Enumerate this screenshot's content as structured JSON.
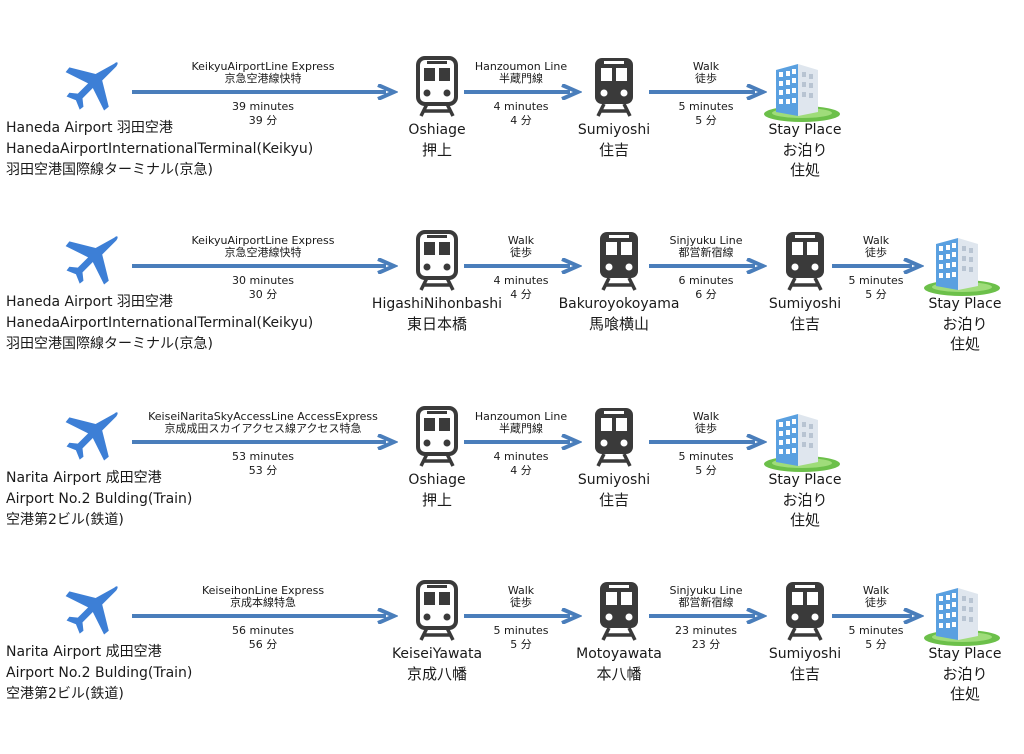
{
  "routes": [
    {
      "origin": [
        "Haneda Airport 羽田空港",
        "HanedaAirportInternationalTerminal(Keikyu)",
        "羽田空港国際線ターミナル(京急)"
      ],
      "segments": [
        {
          "line_en": "KeikyuAirportLine Express",
          "line_ja": "京急空港線快特",
          "time_en": "39 minutes",
          "time_ja": "39 分"
        },
        {
          "line_en": "Hanzoumon Line",
          "line_ja": "半蔵門線",
          "time_en": "4 minutes",
          "time_ja": "4 分"
        },
        {
          "line_en": "Walk",
          "line_ja": "徒歩",
          "time_en": "5 minutes",
          "time_ja": "5 分"
        }
      ],
      "stations": [
        {
          "en": "Oshiage",
          "ja": "押上",
          "icon": "train-outline-icon"
        },
        {
          "en": "Sumiyoshi",
          "ja": "住吉",
          "icon": "train-filled-icon"
        }
      ],
      "destination": {
        "en": "Stay Place",
        "ja1": "お泊り",
        "ja2": "住処",
        "icon": "building-icon"
      }
    },
    {
      "origin": [
        "Haneda Airport 羽田空港",
        "HanedaAirportInternationalTerminal(Keikyu)",
        "羽田空港国際線ターミナル(京急)"
      ],
      "segments": [
        {
          "line_en": "KeikyuAirportLine Express",
          "line_ja": "京急空港線快特",
          "time_en": "30 minutes",
          "time_ja": "30 分"
        },
        {
          "line_en": "Walk",
          "line_ja": "徒歩",
          "time_en": "4 minutes",
          "time_ja": "4 分"
        },
        {
          "line_en": "Sinjyuku Line",
          "line_ja": "都営新宿線",
          "time_en": "6 minutes",
          "time_ja": "6 分"
        },
        {
          "line_en": "Walk",
          "line_ja": "徒歩",
          "time_en": "5 minutes",
          "time_ja": "5 分"
        }
      ],
      "stations": [
        {
          "en": "HigashiNihonbashi",
          "ja": "東日本橋",
          "icon": "train-outline-icon"
        },
        {
          "en": "Bakuroyokoyama",
          "ja": "馬喰横山",
          "icon": "train-filled-icon"
        },
        {
          "en": "Sumiyoshi",
          "ja": "住吉",
          "icon": "train-filled-icon"
        }
      ],
      "destination": {
        "en": "Stay Place",
        "ja1": "お泊り",
        "ja2": "住処",
        "icon": "building-icon"
      }
    },
    {
      "origin": [
        "Narita Airport 成田空港",
        "Airport No.2 Bulding(Train)",
        "空港第2ビル(鉄道)"
      ],
      "segments": [
        {
          "line_en": "KeiseiNaritaSkyAccessLine  AccessExpress",
          "line_ja": "京成成田スカイアクセス線アクセス特急",
          "time_en": "53 minutes",
          "time_ja": "53 分"
        },
        {
          "line_en": "Hanzoumon Line",
          "line_ja": "半蔵門線",
          "time_en": "4 minutes",
          "time_ja": "4 分"
        },
        {
          "line_en": "Walk",
          "line_ja": "徒歩",
          "time_en": "5 minutes",
          "time_ja": "5 分"
        }
      ],
      "stations": [
        {
          "en": "Oshiage",
          "ja": "押上",
          "icon": "train-outline-icon"
        },
        {
          "en": "Sumiyoshi",
          "ja": "住吉",
          "icon": "train-filled-icon"
        }
      ],
      "destination": {
        "en": "Stay Place",
        "ja1": "お泊り",
        "ja2": "住処",
        "icon": "building-icon"
      }
    },
    {
      "origin": [
        "Narita Airport 成田空港",
        "Airport No.2 Bulding(Train)",
        "空港第2ビル(鉄道)"
      ],
      "segments": [
        {
          "line_en": "KeiseihonLine Express",
          "line_ja": "京成本線特急",
          "time_en": "56 minutes",
          "time_ja": "56 分"
        },
        {
          "line_en": "Walk",
          "line_ja": "徒歩",
          "time_en": "5 minutes",
          "time_ja": "5 分"
        },
        {
          "line_en": "Sinjyuku Line",
          "line_ja": "都営新宿線",
          "time_en": "23 minutes",
          "time_ja": "23 分"
        },
        {
          "line_en": "Walk",
          "line_ja": "徒歩",
          "time_en": "5 minutes",
          "time_ja": "5 分"
        }
      ],
      "stations": [
        {
          "en": "KeiseiYawata",
          "ja": "京成八幡",
          "icon": "train-outline-icon"
        },
        {
          "en": "Motoyawata",
          "ja": "本八幡",
          "icon": "train-filled-icon"
        },
        {
          "en": "Sumiyoshi",
          "ja": "住吉",
          "icon": "train-filled-icon"
        }
      ],
      "destination": {
        "en": "Stay Place",
        "ja1": "お泊り",
        "ja2": "住処",
        "icon": "building-icon"
      }
    }
  ],
  "colors": {
    "arrow": "#4a7ebb",
    "plane": "#3d7fd6",
    "train": "#3a3a3a",
    "building": "#5aa0e0",
    "grass": "#6cc04a"
  }
}
